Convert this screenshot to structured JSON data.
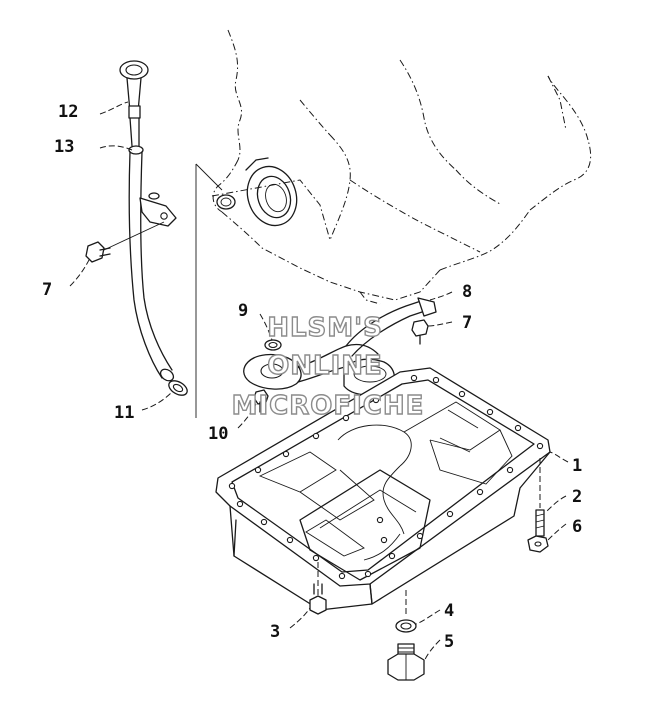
{
  "callouts": {
    "c1": "1",
    "c2": "2",
    "c3": "3",
    "c4": "4",
    "c5": "5",
    "c6": "6",
    "c7a": "7",
    "c7b": "7",
    "c8": "8",
    "c9": "9",
    "c10": "10",
    "c11": "11",
    "c12": "12",
    "c13": "13"
  },
  "watermark": {
    "line1": "HLSM'S",
    "line2": "ONLINE",
    "line3": "MICROFICHE"
  }
}
